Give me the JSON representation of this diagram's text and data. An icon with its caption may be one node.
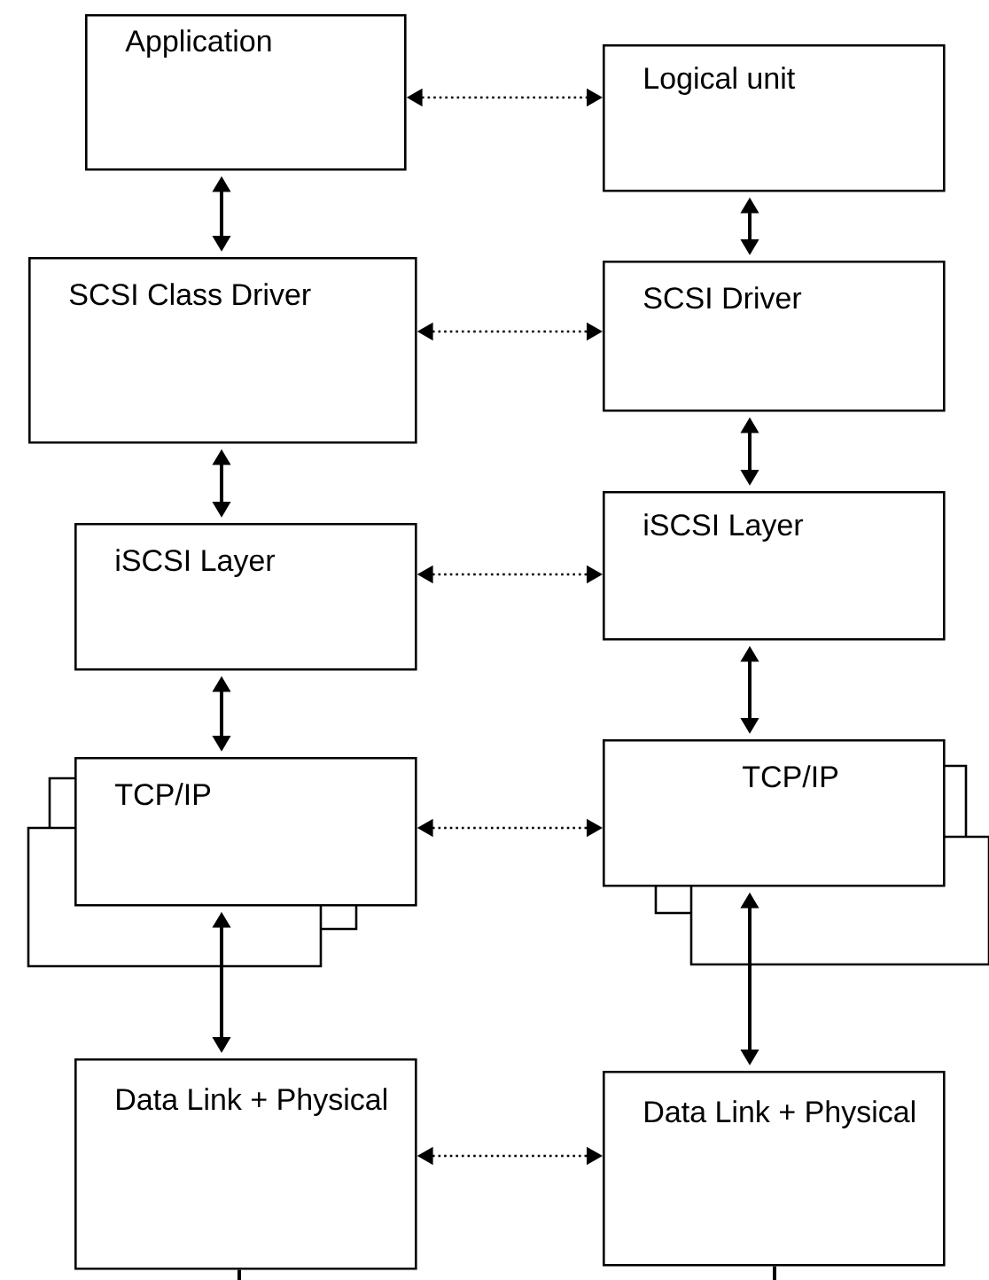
{
  "diagram": {
    "nodes": [
      {
        "text": [
          "Application"
        ]
      },
      {
        "text": [
          "Logical unit"
        ]
      },
      {
        "text": [
          "SCSI Class Driver"
        ]
      },
      {
        "text": [
          "SCSI Driver"
        ]
      },
      {
        "text": [
          "iSCSI Layer"
        ]
      },
      {
        "text": [
          "iSCSI Layer"
        ]
      },
      {
        "text": [
          "TCP/IP"
        ]
      },
      {
        "text": [
          "TCP/IP"
        ]
      },
      {
        "text": [
          "Data Link + Physical"
        ]
      },
      {
        "text": [
          "Data Link + Physical"
        ]
      }
    ],
    "edges": [
      {
        "from": 0,
        "to": 1,
        "arrow": "both",
        "style": "dashed"
      },
      {
        "from": 0,
        "to": 2,
        "arrow": "both"
      },
      {
        "from": 1,
        "to": 3,
        "arrow": "both"
      },
      {
        "from": 2,
        "to": 3,
        "arrow": "both",
        "style": "dashed"
      },
      {
        "from": 2,
        "to": 4,
        "arrow": "both"
      },
      {
        "from": 3,
        "to": 5,
        "arrow": "both"
      },
      {
        "from": 4,
        "to": 5,
        "arrow": "both",
        "style": "dashed"
      },
      {
        "from": 4,
        "to": 6,
        "arrow": "both"
      },
      {
        "from": 5,
        "to": 7,
        "arrow": "both"
      },
      {
        "from": 6,
        "to": 7,
        "arrow": "both",
        "style": "dashed"
      },
      {
        "from": 6,
        "to": 8,
        "arrow": "both"
      },
      {
        "from": 7,
        "to": 9,
        "arrow": "both"
      },
      {
        "from": 8,
        "to": 9,
        "arrow": "both",
        "style": "dashed"
      },
      {
        "from": 8,
        "to": null,
        "arrow": "none"
      },
      {
        "from": 9,
        "to": null,
        "arrow": "none"
      }
    ]
  }
}
